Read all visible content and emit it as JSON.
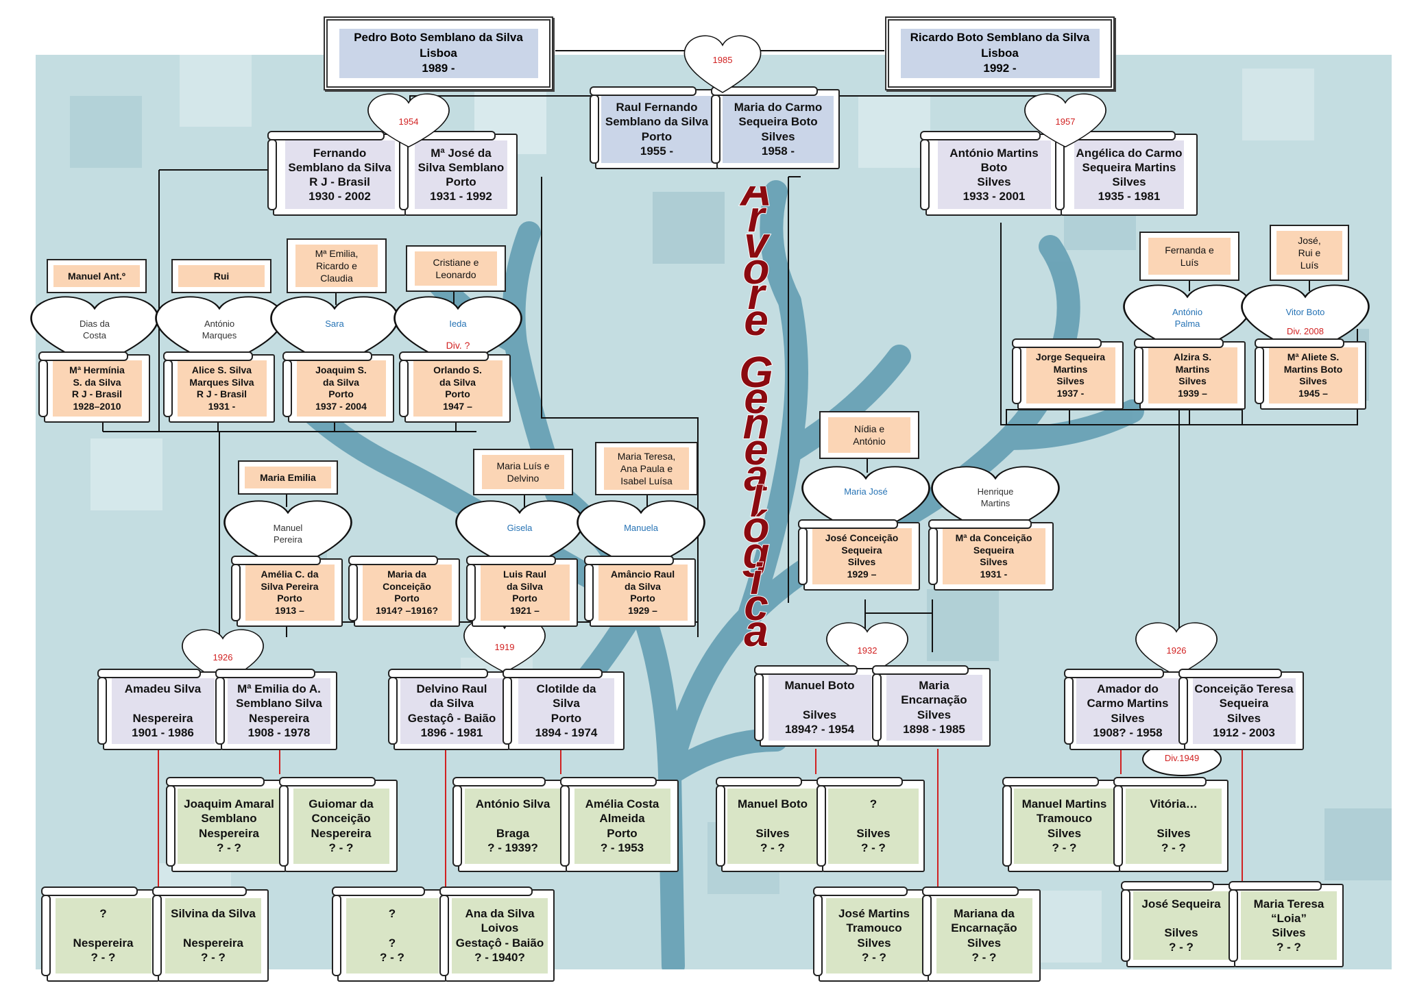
{
  "title": "Árvore Genealógica",
  "colors": {
    "background": "#c4dde1",
    "tree": "#5f9bb0",
    "gen1": "#cad5e8",
    "gen2": "#e2e0ee",
    "peach": "#fbd5b5",
    "green": "#d9e5c6",
    "title_red": "#8b0a10",
    "year_red": "#d12020",
    "spouse_blue": "#2673b5"
  },
  "top": {
    "pedro": "Pedro Boto Semblano da Silva\nLisboa\n1989 -",
    "ricardo": "Ricardo Boto Semblano da Silva\nLisboa\n1992 -",
    "heart_year": "1985",
    "raul": "Raul Fernando\nSemblano da Silva\nPorto\n1955 -",
    "maria_carmo": "Maria do Carmo\nSequeira Boto\nSilves\n1958 -"
  },
  "grandparents": {
    "left_year": "1954",
    "fernando": "Fernando\nSemblano da Silva\nR J - Brasil\n1930 - 2002",
    "ma_jose": "Mª José da\nSilva Semblano\nPorto\n1931 - 1992",
    "right_year": "1957",
    "antonio": "António Martins\nBoto\nSilves\n1933 - 2001",
    "angelica": "Angélica do Carmo\nSequeira  Martins\nSilves\n1935 - 1981"
  },
  "left_siblings": [
    {
      "children": "Manuel Ant.º",
      "spouse": "Dias da\nCosta",
      "person": "Mª Hermínia\nS. da Silva\nR J - Brasil\n1928–2010"
    },
    {
      "children": "Rui",
      "spouse": "António\nMarques",
      "person": "Alice S. Silva\nMarques Silva\nR J - Brasil\n1931 -"
    },
    {
      "children": "Mª Emilia,\nRicardo e\nClaudia",
      "spouse": "Sara",
      "person": "Joaquim S.\nda Silva\nPorto\n1937 - 2004"
    },
    {
      "children": "Cristiane e\nLeonardo",
      "spouse": "Ieda",
      "div": "Div.  ?",
      "person": "Orlando S.\nda Silva\nPorto\n1947 –"
    }
  ],
  "middle_siblings": [
    {
      "children": "Maria Emilia",
      "spouse": "Manuel\nPereira",
      "person": "Amélia C. da\nSilva Pereira\nPorto\n1913 –"
    },
    {
      "person": "Maria da\nConceição\nPorto\n1914? –1916?"
    },
    {
      "children": "Maria Luís e\nDelvino",
      "spouse": "Gisela",
      "person": "Luis Raul\nda Silva\nPorto\n1921 –"
    },
    {
      "children": "Maria Teresa,\nAna Paula e\nIsabel Luísa",
      "spouse": "Manuela",
      "person": "Amâncio Raul\nda Silva\nPorto\n1929 –"
    }
  ],
  "right_mid_siblings": [
    {
      "children": "Nídia e\nAntónio",
      "spouse": "Maria José",
      "person": "José Conceição\nSequeira\nSilves\n1929 –"
    },
    {
      "spouse": "Henrique\nMartins",
      "person": "Mª da Conceição\nSequeira\nSilves\n1931 -"
    }
  ],
  "right_siblings": [
    {
      "person": "Jorge Sequeira\nMartins\nSilves\n1937 -"
    },
    {
      "children": "Fernanda e\nLuís",
      "spouse": "António\nPalma",
      "person": "Alzira S.\nMartins\nSilves\n1939 –"
    },
    {
      "children": "José,\nRui e\nLuís",
      "spouse": "Vitor Boto",
      "div": "Div. 2008",
      "person": "Mª Aliete S.\nMartins Boto\nSilves\n1945 –"
    }
  ],
  "great_grandparents": [
    {
      "year": "1926",
      "a": "Amadeu Silva\n\nNespereira\n1901 - 1986",
      "b": "Mª Emilia do A.\nSemblano Silva\nNespereira\n1908 - 1978"
    },
    {
      "year": "1919",
      "a": "Delvino Raul\nda Silva\nGestaçô - Baião\n1896 - 1981",
      "b": "Clotilde da\nSilva\nPorto\n1894 - 1974"
    },
    {
      "year": "1932",
      "a": "Manuel Boto\n\nSilves\n1894? - 1954",
      "b": "Maria\nEncarnação\nSilves\n1898 - 1985"
    },
    {
      "year": "1926",
      "div": "Div.1949",
      "a": "Amador do\nCarmo Martins\nSilves\n1908? - 1958",
      "b": "Conceição Teresa\nSequeira\nSilves\n1912 - 2003"
    }
  ],
  "gen4": [
    {
      "a": "Joaquim Amaral\nSemblano\nNespereira\n? - ?",
      "b": "Guiomar da\nConceição\nNespereira\n? - ?"
    },
    {
      "a": "António Silva\n\nBraga\n? - 1939?",
      "b": "Amélia Costa\nAlmeida\nPorto\n?   - 1953"
    },
    {
      "a": "Manuel Boto\n\nSilves\n? - ?",
      "b": "?\n\nSilves\n? - ?"
    },
    {
      "a": "Manuel Martins\nTramouco\nSilves\n? - ?",
      "b": "Vitória…\n\nSilves\n? - ?"
    }
  ],
  "gen5": [
    {
      "a": "?\n\nNespereira\n? - ?",
      "b": "Silvina da Silva\n\nNespereira\n? - ?"
    },
    {
      "a": "?\n\n?\n? - ?",
      "b": "Ana da Silva\nLoivos\nGestaçô - Baião\n?   - 1940?"
    },
    {
      "a": "José Martins\nTramouco\nSilves\n? - ?",
      "b": "Mariana da\nEncarnação\nSilves\n?  - ?"
    },
    {
      "a": "José Sequeira\n\nSilves\n? - ?",
      "b": "Maria Teresa\n“Loia”\nSilves\n?  - ?"
    }
  ]
}
